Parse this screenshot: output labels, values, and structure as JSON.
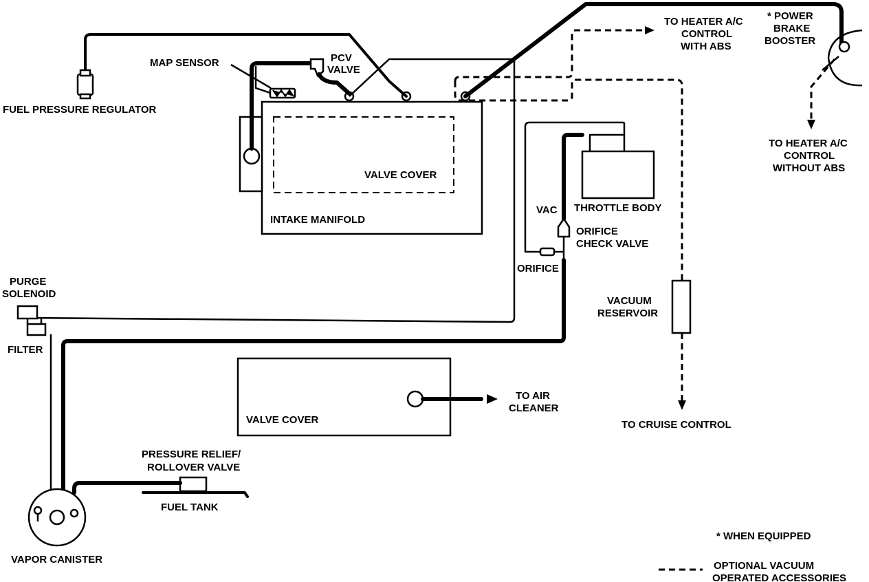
{
  "labels": {
    "map_sensor": "MAP SENSOR",
    "pcv_valve_line1": "PCV",
    "pcv_valve_line2": "VALVE",
    "fuel_pressure_regulator": "FUEL PRESSURE REGULATOR",
    "valve_cover_top": "VALVE COVER",
    "intake_manifold": "INTAKE MANIFOLD",
    "heater_abs_line1": "TO HEATER A/C",
    "heater_abs_line2": "CONTROL",
    "heater_abs_line3": "WITH ABS",
    "booster_line1": "* POWER",
    "booster_line2": "BRAKE",
    "booster_line3": "BOOSTER",
    "heater_no_abs_line1": "TO HEATER A/C",
    "heater_no_abs_line2": "CONTROL",
    "heater_no_abs_line3": "WITHOUT ABS",
    "vac": "VAC",
    "throttle_body": "THROTTLE BODY",
    "orifice_check_line1": "ORIFICE",
    "orifice_check_line2": "CHECK VALVE",
    "orifice": "ORIFICE",
    "purge_line1": "PURGE",
    "purge_line2": "SOLENOID",
    "filter": "FILTER",
    "vacuum_reservoir_line1": "VACUUM",
    "vacuum_reservoir_line2": "RESERVOIR",
    "valve_cover_bottom": "VALVE COVER",
    "air_cleaner_line1": "TO AIR",
    "air_cleaner_line2": "CLEANER",
    "cruise_control": "TO CRUISE CONTROL",
    "relief_line1": "PRESSURE RELIEF/",
    "relief_line2": "ROLLOVER VALVE",
    "fuel_tank": "FUEL TANK",
    "vapor_canister": "VAPOR CANISTER"
  },
  "legend": {
    "when_equipped": "* WHEN EQUIPPED",
    "optional_line1": "OPTIONAL VACUUM",
    "optional_line2": "OPERATED ACCESSORIES"
  }
}
